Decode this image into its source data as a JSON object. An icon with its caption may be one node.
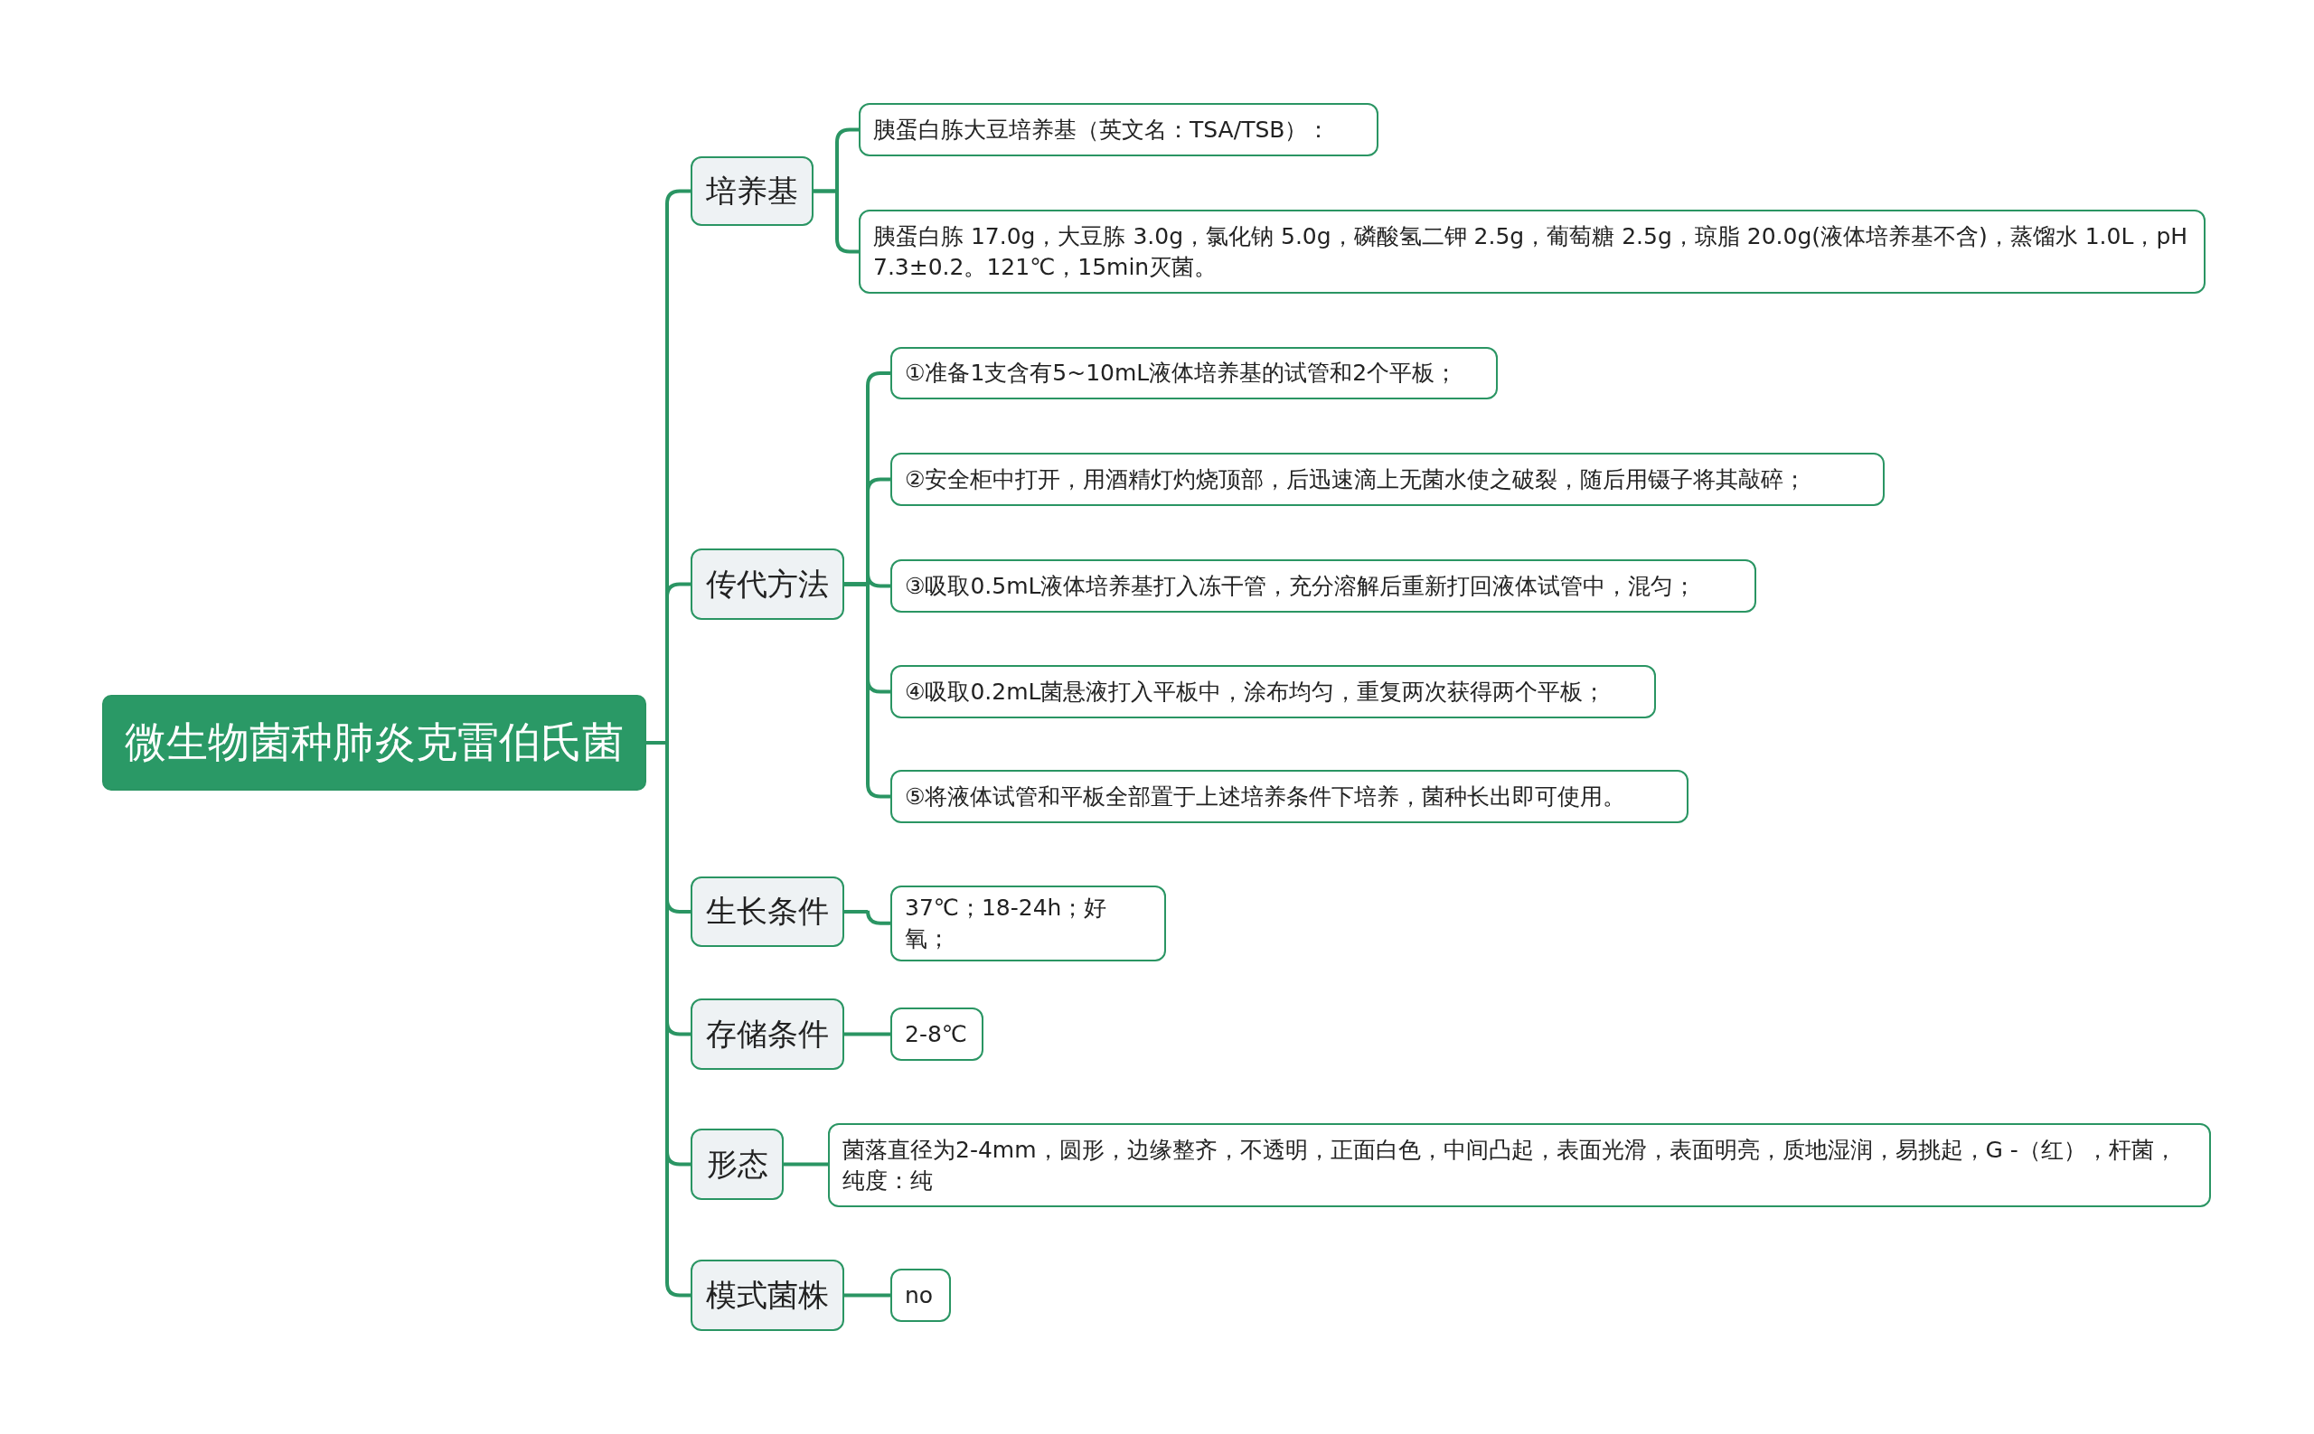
{
  "diagram": {
    "nodes": [
      {
        "text": [
          "微生物菌种肺炎克雷伯氏菌"
        ]
      },
      {
        "text": [
          "培养基"
        ]
      },
      {
        "text": [
          "胰蛋白胨大豆培养基（英文名：TSA/TSB）："
        ]
      },
      {
        "text": [
          "胰蛋白胨 17.0g，大豆胨 3.0g，氯化钠 5.0g，磷酸氢二钾 2.5g，葡萄糖 2.5g，琼脂 20.0g(液体培养基不含)，蒸馏水 1.0L，pH 7.3±0.2。121℃，15min灭菌。"
        ]
      },
      {
        "text": [
          "传代方法"
        ]
      },
      {
        "text": [
          "①准备1支含有5~10mL液体培养基的试管和2个平板；"
        ]
      },
      {
        "text": [
          "②安全柜中打开，用酒精灯灼烧顶部，后迅速滴上无菌水使之破裂，随后用镊子将其敲碎；"
        ]
      },
      {
        "text": [
          "③吸取0.5mL液体培养基打入冻干管，充分溶解后重新打回液体试管中，混匀；"
        ]
      },
      {
        "text": [
          "④吸取0.2mL菌悬液打入平板中，涂布均匀，重复两次获得两个平板；"
        ]
      },
      {
        "text": [
          "⑤将液体试管和平板全部置于上述培养条件下培养，菌种长出即可使用。"
        ]
      },
      {
        "text": [
          "生长条件"
        ]
      },
      {
        "text": [
          "37℃；18-24h；好氧；"
        ]
      },
      {
        "text": [
          "存储条件"
        ]
      },
      {
        "text": [
          "2-8℃"
        ]
      },
      {
        "text": [
          "形态"
        ]
      },
      {
        "text": [
          "菌落直径为2-4mm，圆形，边缘整齐，不透明，正面白色，中间凸起，表面光滑，表面明亮，质地湿润，易挑起，G -（红），杆菌，纯度：纯"
        ]
      },
      {
        "text": [
          "模式菌株"
        ]
      },
      {
        "text": [
          "no"
        ]
      }
    ],
    "edges": [
      {
        "from": 0,
        "to": 1,
        "arrow": "none"
      },
      {
        "from": 0,
        "to": 4,
        "arrow": "none"
      },
      {
        "from": 0,
        "to": 10,
        "arrow": "none"
      },
      {
        "from": 0,
        "to": 12,
        "arrow": "none"
      },
      {
        "from": 0,
        "to": 14,
        "arrow": "none"
      },
      {
        "from": 0,
        "to": 16,
        "arrow": "none"
      },
      {
        "from": 1,
        "to": 2,
        "arrow": "none"
      },
      {
        "from": 1,
        "to": 3,
        "arrow": "none"
      },
      {
        "from": 4,
        "to": 5,
        "arrow": "none"
      },
      {
        "from": 4,
        "to": 6,
        "arrow": "none"
      },
      {
        "from": 4,
        "to": 7,
        "arrow": "none"
      },
      {
        "from": 4,
        "to": 8,
        "arrow": "none"
      },
      {
        "from": 4,
        "to": 9,
        "arrow": "none"
      },
      {
        "from": 10,
        "to": 11,
        "arrow": "none"
      },
      {
        "from": 12,
        "to": 13,
        "arrow": "none"
      },
      {
        "from": 14,
        "to": 15,
        "arrow": "none"
      },
      {
        "from": 16,
        "to": 17,
        "arrow": "none"
      }
    ]
  }
}
